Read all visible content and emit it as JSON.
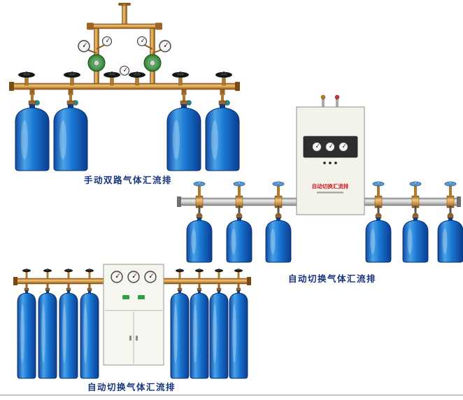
{
  "page": {
    "background": "#ffffff",
    "caption_color": "#17357f"
  },
  "figures": {
    "manual_dual": {
      "caption": "手动双路气体汇流排"
    },
    "auto_right": {
      "caption": "自动切换气体汇流排",
      "cabinet_label": "自动切换汇流排"
    },
    "auto_bottom": {
      "caption": "自动切换气体汇流排"
    }
  },
  "colors": {
    "brass": "#c9893f",
    "cylinder_blue": "#1565c0",
    "manifold_silver": "#c0c0c0",
    "regulator_green": "#2e7d32",
    "valve_wheel_blue": "#5b9bd5",
    "cabinet_body": "#f3f3ec",
    "cabinet_label_red": "#cc2020"
  }
}
